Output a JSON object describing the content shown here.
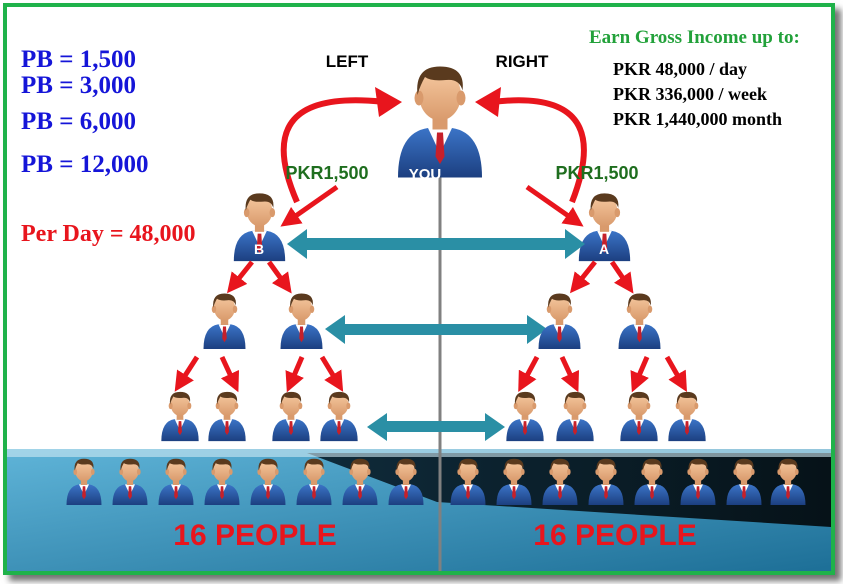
{
  "pb_levels": [
    "PB = 1,500",
    "PB = 3,000",
    "PB = 6,000",
    "PB = 12,000"
  ],
  "per_day": "Per Day = 48,000",
  "left_label": "LEFT",
  "right_label": "RIGHT",
  "you_label": "YOU",
  "pkr_left": "PKR1,500",
  "pkr_right": "PKR1,500",
  "badge_left": "B",
  "badge_right": "A",
  "earn": {
    "title": "Earn Gross Income up to:",
    "lines": [
      "PKR 48,000 / day",
      "PKR 336,000 / week",
      "PKR 1,440,000 month"
    ]
  },
  "people_left": "16 PEOPLE",
  "people_right": "16 PEOPLE",
  "colors": {
    "frame": "#1fb24a",
    "blue_text": "#1515d8",
    "red": "#e8151d",
    "green_text": "#1f6e1f",
    "green_title": "#22a13a",
    "arrow_teal": "#2a8fa5",
    "suit": "#2a5aa8"
  }
}
